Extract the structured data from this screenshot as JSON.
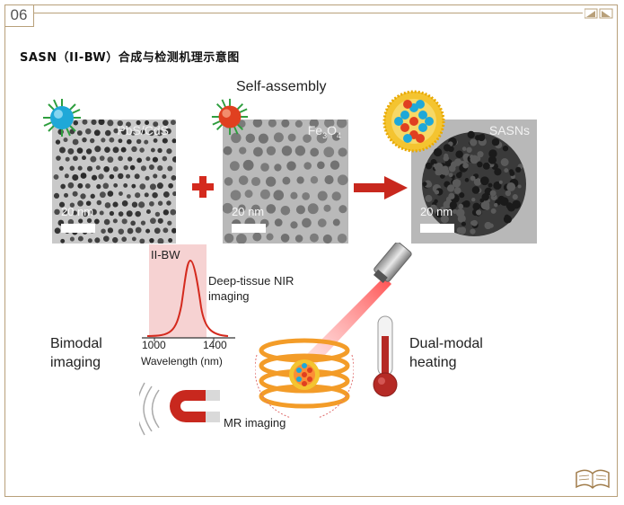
{
  "page_number": "06",
  "title": "SASN（II-BW）合成与检测机理示意图",
  "self_assembly_label": "Self-assembly",
  "panels": {
    "pbs": {
      "label": "PbS/CdS",
      "scale": "20 nm"
    },
    "fe3o4": {
      "label_main": "Fe",
      "label_sub1": "3",
      "label_mid": "O",
      "label_sub2": "4",
      "scale": "20 nm"
    },
    "sasn": {
      "label": "SASNs",
      "scale": "20 nm"
    }
  },
  "spectrum": {
    "band_label": "II-BW",
    "x_ticks": [
      "1000",
      "1400"
    ],
    "xlabel": "Wavelength (nm)"
  },
  "labels": {
    "deep_tissue_line1": "Deep-tissue NIR",
    "deep_tissue_line2": "imaging",
    "bimodal_line1": "Bimodal",
    "bimodal_line2": "imaging",
    "dual_modal_line1": "Dual-modal",
    "dual_modal_line2": "heating",
    "mr_imaging": "MR imaging"
  },
  "colors": {
    "frame": "#b8a07a",
    "arrow_red": "#c8281e",
    "plus_red": "#d42a1e",
    "coil_orange": "#f39c28",
    "magnet_red": "#c8281e",
    "thermometer_red": "#b52a25",
    "nir_band_pink": "#f6d2d2",
    "qd_cyan": "#1fa8d8",
    "fe_red": "#e04020",
    "corona_yellow": "#f4c430"
  },
  "icons": [
    "book-icon",
    "magnet-icon",
    "thermometer-icon",
    "laser-icon",
    "coil-icon",
    "nanoparticle-icon"
  ]
}
